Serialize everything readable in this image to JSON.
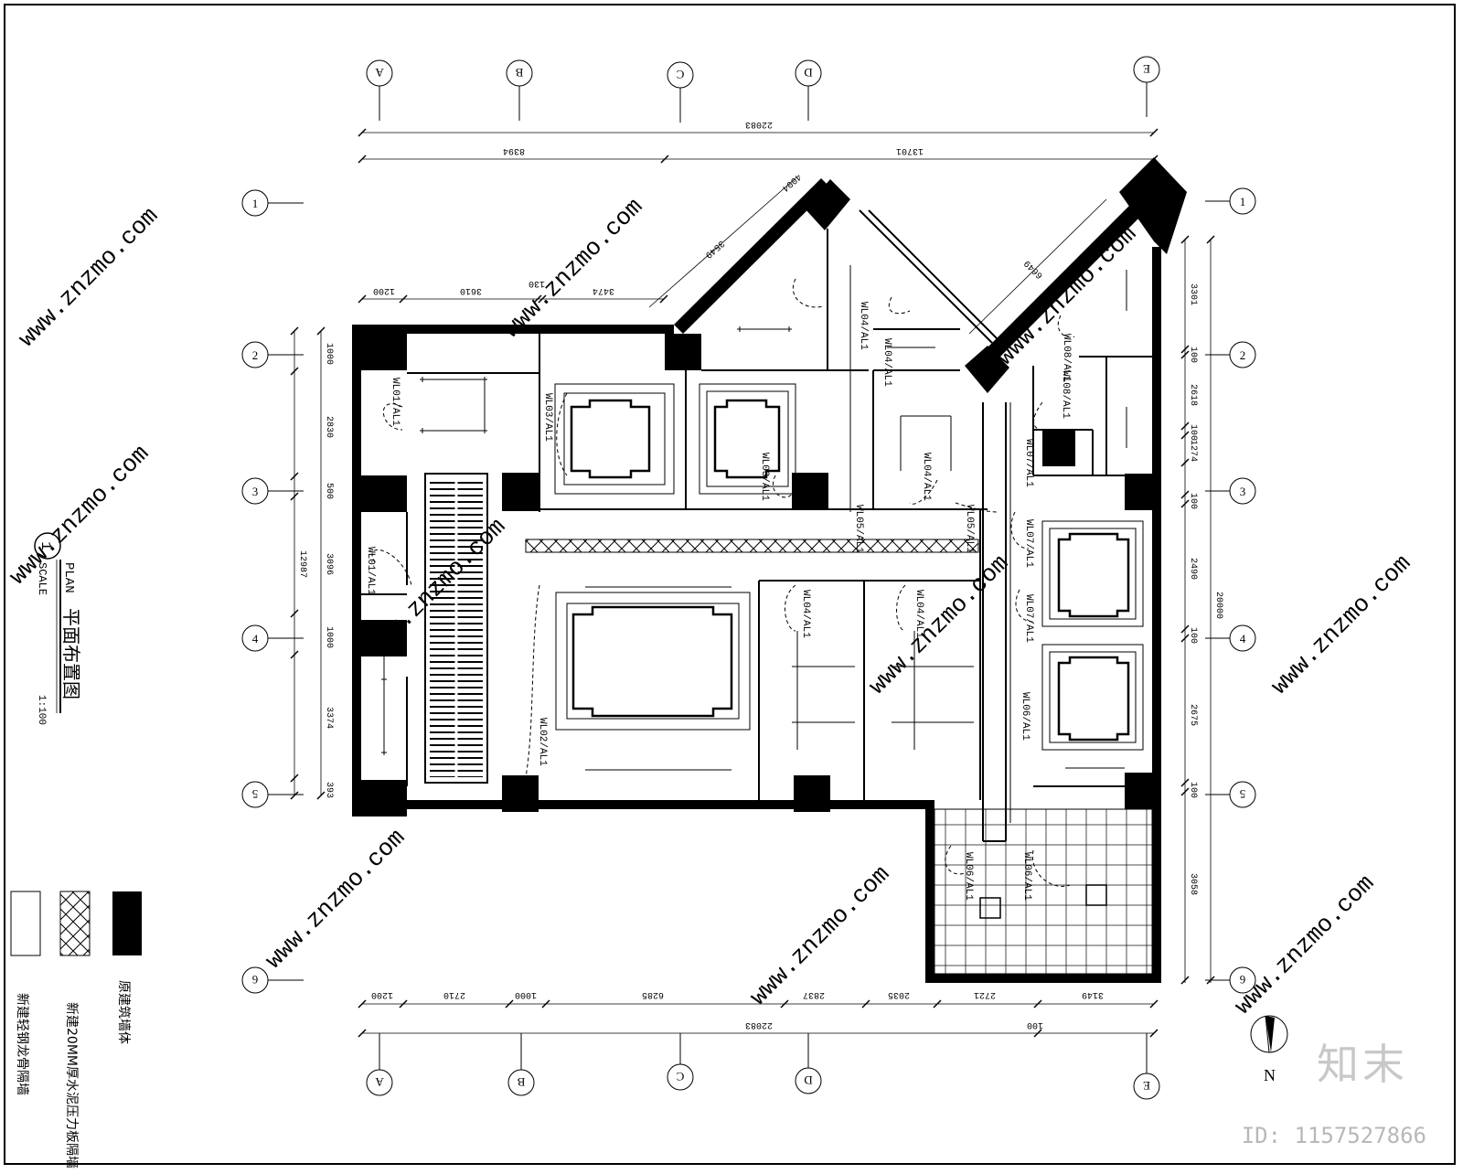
{
  "drawing": {
    "title_cn": "平面布置图",
    "title_en": "PLAN",
    "scale_label": "SCALE",
    "scale_value": "1:100",
    "view_number": "1"
  },
  "grid_axes": {
    "columns": [
      "A",
      "B",
      "C",
      "D",
      "E"
    ],
    "rows": [
      "1",
      "2",
      "3",
      "4",
      "5",
      "6"
    ]
  },
  "dimensions": {
    "top_total": "22083",
    "top_segments": [
      "8394",
      "13701"
    ],
    "upper_segments": [
      "1200",
      "3610",
      "130",
      "3474"
    ],
    "diagonal_left": [
      "4004",
      "3549"
    ],
    "diagonal_right": "6649",
    "left_vertical": [
      "1000",
      "2830",
      "500",
      "3096",
      "1000",
      "3374",
      "393"
    ],
    "left_total": "12987",
    "right_vertical": [
      "3301",
      "100",
      "2618",
      "100",
      "1274",
      "100",
      "2490",
      "100",
      "2675",
      "100",
      "3058"
    ],
    "right_total": "20000",
    "bottom_segments": [
      "1200",
      "2710",
      "1000",
      "6285",
      "2837",
      "2035",
      "2721",
      "3149"
    ],
    "bottom_total": "22083",
    "bottom_extra": "100"
  },
  "circuit_labels": [
    "WL01/AL1",
    "WL01/AL1",
    "WL02/AL1",
    "WL03/AL1",
    "WL03/AL1",
    "WL04/AL1",
    "WL04/AL1",
    "WL04/AL1",
    "WL04/AL1",
    "WL04/AL1",
    "WL05/AL1",
    "WL05/AL1",
    "WL06/AL1",
    "WL06/AL1",
    "WL06/AL1",
    "WL07/AL1",
    "WL07/AL1",
    "WL07/AL1",
    "WL08/AL1",
    "WL08/AL1"
  ],
  "legend": [
    {
      "swatch": "solid",
      "label": "原建筑墙体"
    },
    {
      "swatch": "hatch",
      "label": "新建20MM厚水泥压力板隔墙"
    },
    {
      "swatch": "empty",
      "label": "新建轻钢龙骨隔墙"
    }
  ],
  "north_label": "N",
  "watermark": {
    "site": "www.znzmo.com",
    "brand": "知末",
    "image_id": "ID: 1157527866"
  },
  "colors": {
    "line": "#000000",
    "watermark": "#cccccc"
  }
}
